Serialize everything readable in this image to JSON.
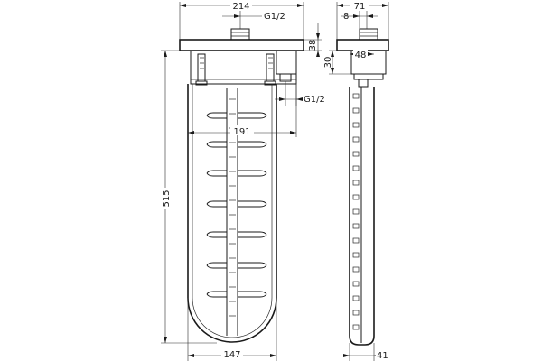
{
  "front_view": {
    "overall_width": "214",
    "thread_top": "G1/2",
    "plate_height": "38",
    "inner_width": "191",
    "thread_side": "G1/2",
    "overall_height": "515",
    "bottom_width": "147"
  },
  "side_view": {
    "depth": "71",
    "offset": "8",
    "spacing": "30",
    "body_depth": "48",
    "bottom_depth": "41"
  }
}
